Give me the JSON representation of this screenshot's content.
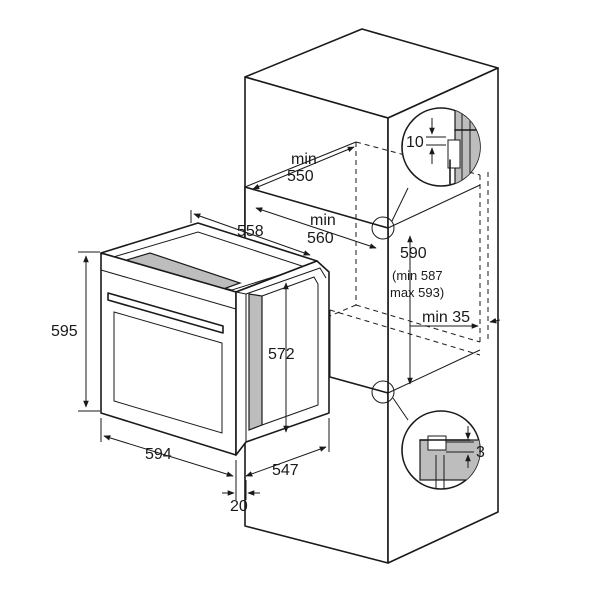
{
  "dimensions": {
    "oven_height": "595",
    "oven_width": "594",
    "oven_depth_body": "547",
    "front_thickness": "20",
    "inner_height": "572",
    "depth_558": "558",
    "niche_width_min_label": "min",
    "niche_width_min": "550",
    "niche_depth_min_label": "min",
    "niche_depth_min": "560",
    "niche_height": "590",
    "niche_height_range_min": "(min 587",
    "niche_height_range_max": "max 593)",
    "rear_gap_label": "min 35",
    "detail_top": "10",
    "detail_bottom": "3"
  }
}
